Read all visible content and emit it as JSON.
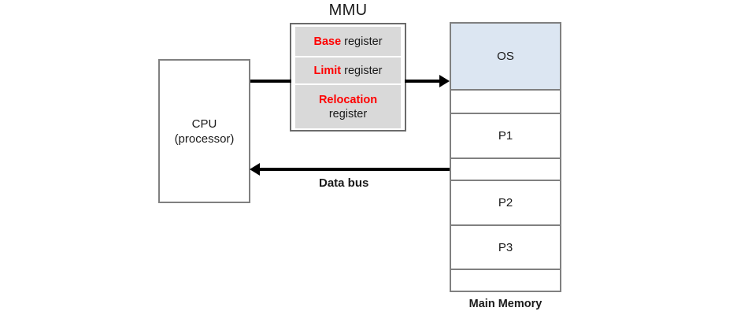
{
  "diagram": {
    "title": "MMU address translation and data bus diagram",
    "colors": {
      "register_fill": "#d9d9d9",
      "os_block_fill": "#dce6f2",
      "keyword_red": "#ff0000",
      "block_border": "#808080",
      "bus_black": "#000000"
    }
  },
  "cpu": {
    "line1": "CPU",
    "line2": "(processor)"
  },
  "mmu": {
    "title": "MMU",
    "registers": [
      {
        "keyword": "Base",
        "rest": " register",
        "multiline": false
      },
      {
        "keyword": "Limit",
        "rest": " register",
        "multiline": false
      },
      {
        "keyword": "Relocation",
        "rest": "register",
        "multiline": true
      }
    ]
  },
  "memory": {
    "caption": "Main Memory",
    "blocks": [
      {
        "label": "OS",
        "kind": "os"
      },
      {
        "label": "",
        "kind": "free"
      },
      {
        "label": "P1",
        "kind": "process"
      },
      {
        "label": "",
        "kind": "free"
      },
      {
        "label": "P2",
        "kind": "process"
      },
      {
        "label": "P3",
        "kind": "process"
      },
      {
        "label": "",
        "kind": "free"
      }
    ]
  },
  "buses": {
    "address_bus_label": "",
    "data_bus_label": "Data bus"
  }
}
